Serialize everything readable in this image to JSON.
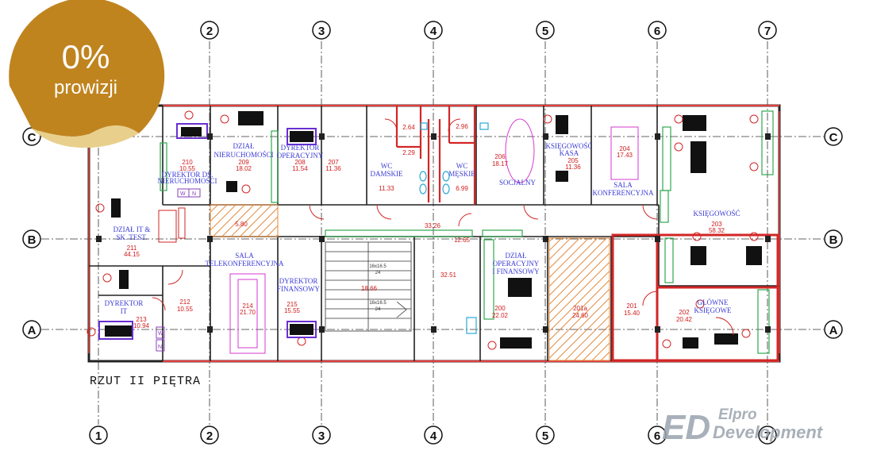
{
  "badge": {
    "percent": "0%",
    "label": "prowizji",
    "color": "#c0841f"
  },
  "plan_title": "RZUT II PIĘTRA",
  "brand": {
    "line1": "Elpro",
    "line2": "Development",
    "logo_letters": "ED"
  },
  "grid": {
    "columns": [
      "1",
      "2",
      "3",
      "4",
      "5",
      "6",
      "7"
    ],
    "rows": [
      "A",
      "B",
      "C"
    ]
  },
  "rooms": [
    {
      "id": "r210",
      "name_lines": [
        "DYREKTOR DS.",
        "NIERUCHOMOŚCI"
      ],
      "num": "210",
      "area": "10.55"
    },
    {
      "id": "r209",
      "name_lines": [
        "DZIAŁ",
        "NIERUCHOMOŚCI"
      ],
      "num": "209",
      "area": "18.02"
    },
    {
      "id": "r208",
      "name_lines": [
        "DYREKTOR",
        "OPERACYJNY"
      ],
      "num": "208",
      "area": "11.54"
    },
    {
      "id": "r207",
      "name_lines": [],
      "num": "207",
      "area": "11.36"
    },
    {
      "id": "r211",
      "name_lines": [
        "DZIAŁ IT &",
        "SK. TEST."
      ],
      "num": "211",
      "area": "44.15"
    },
    {
      "id": "r213",
      "name_lines": [
        "DYREKTOR",
        "IT"
      ],
      "num": "213",
      "area": "10.94"
    },
    {
      "id": "r212",
      "name_lines": [],
      "num": "212",
      "area": "10.55"
    },
    {
      "id": "r214",
      "name_lines": [
        "SALA",
        "TELEKONFERENCYJNA"
      ],
      "num": "214",
      "area": "21.70"
    },
    {
      "id": "r215",
      "name_lines": [
        "DYREKTOR",
        "FINANSOWY"
      ],
      "num": "215",
      "area": "15.55"
    },
    {
      "id": "rwcd",
      "name_lines": [
        "WC",
        "DAMSKIE"
      ],
      "num": "",
      "area": "11.33"
    },
    {
      "id": "rwcm",
      "name_lines": [
        "WC",
        "MĘSKIE"
      ],
      "num": "",
      "area": "6.99"
    },
    {
      "id": "r206",
      "name_lines": [
        "SOCJALNY"
      ],
      "num": "206",
      "area": "18.17"
    },
    {
      "id": "r205",
      "name_lines": [
        "KSIĘGOWOŚĆ",
        "KASA"
      ],
      "num": "205",
      "area": "11.36"
    },
    {
      "id": "r204",
      "name_lines": [
        "SALA",
        "KONFERENCYJNA"
      ],
      "num": "204",
      "area": "17.43"
    },
    {
      "id": "r203",
      "name_lines": [
        "KSIĘGOWOŚĆ"
      ],
      "num": "203",
      "area": "58.32"
    },
    {
      "id": "r200",
      "name_lines": [
        "DZIAŁ",
        "OPERACYJNY",
        "I FINANSOWY"
      ],
      "num": "200",
      "area": "22.02"
    },
    {
      "id": "r201a",
      "name_lines": [],
      "num": "201a",
      "area": "24.60"
    },
    {
      "id": "r201",
      "name_lines": [],
      "num": "201",
      "area": "15.40"
    },
    {
      "id": "r202",
      "name_lines": [
        "GŁÓWNE",
        "KSIĘGOWE"
      ],
      "num": "202",
      "area": "20.42"
    }
  ],
  "small_areas": [
    {
      "id": "a264",
      "value": "2.64"
    },
    {
      "id": "a229",
      "value": "2.29"
    },
    {
      "id": "a296",
      "value": "2.96"
    },
    {
      "id": "a580",
      "value": "5.80"
    },
    {
      "id": "a3326",
      "value": "33.26"
    },
    {
      "id": "a3251",
      "value": "32.51"
    },
    {
      "id": "a1866",
      "value": "18.66"
    },
    {
      "id": "a1265",
      "value": "12.65"
    }
  ],
  "stair_labels": [
    "16x16.5",
    "24",
    "16x16.5",
    "24"
  ],
  "wn_marks": [
    "W",
    "N",
    "W",
    "N"
  ],
  "colors": {
    "wall": "#222222",
    "window": "#e24040",
    "furniture": "#2fa84f",
    "door": "#d22626",
    "room_text": "#3b3bd6",
    "area_text": "#d01c1c"
  }
}
